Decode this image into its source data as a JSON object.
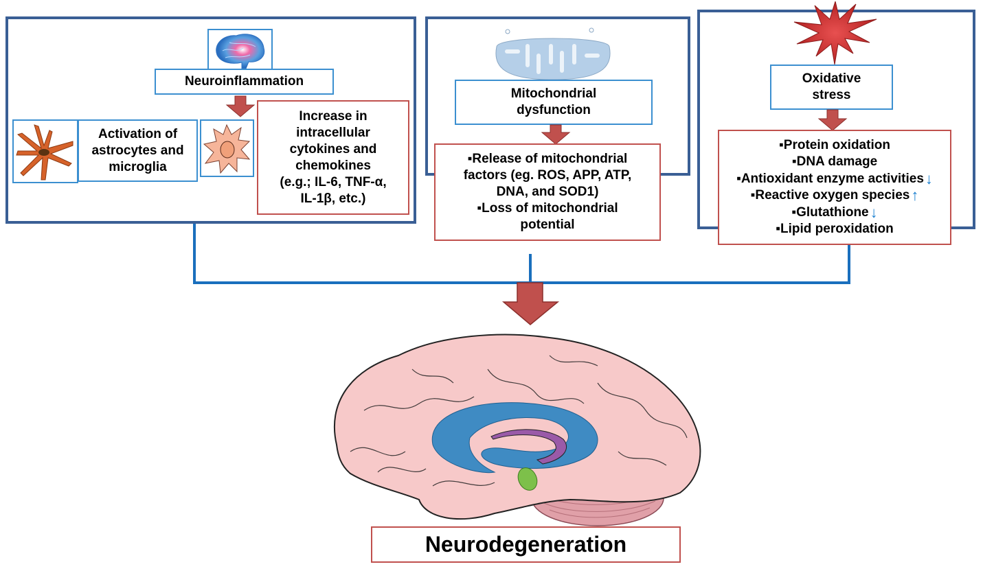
{
  "diagram": {
    "title": "Neurodegeneration",
    "colors": {
      "panel_border": "#3a5f95",
      "label_border": "#3b8fd0",
      "result_border": "#c0504d",
      "arrow_fill": "#c0504d",
      "connector": "#1a6fbd",
      "indicator": "#1a7fcf"
    },
    "neuroinflammation": {
      "icon": "glowing-brain-icon",
      "label": "Neuroinflammation",
      "activation_label": "Activation of\nastrocytes and\nmicroglia",
      "astrocyte_icon": "astrocyte-icon",
      "microglia_icon": "microglia-icon",
      "cytokines_text": "Increase in\nintracellular\ncytokines and\nchemokines\n(e.g.; IL-6, TNF-α,\nIL-1β, etc.)"
    },
    "mitochondrial": {
      "icon": "mitochondrion-icon",
      "label": "Mitochondrial\ndysfunction",
      "effects": [
        "▪Release of mitochondrial\nfactors (eg. ROS, APP, ATP,\nDNA, and SOD1)",
        "▪Loss of mitochondrial\npotential"
      ]
    },
    "oxidative": {
      "icon": "starburst-icon",
      "label": "Oxidative\nstress",
      "effects": [
        {
          "text": "▪Protein oxidation",
          "trend": ""
        },
        {
          "text": "▪DNA damage",
          "trend": ""
        },
        {
          "text": "▪Antioxidant enzyme activities",
          "trend": "↓"
        },
        {
          "text": "▪Reactive oxygen species",
          "trend": "↑"
        },
        {
          "text": "▪Glutathione",
          "trend": "↓"
        },
        {
          "text": "▪Lipid peroxidation",
          "trend": ""
        }
      ]
    },
    "outcome": {
      "icon": "brain-sagittal-icon",
      "label": "Neurodegeneration"
    }
  }
}
